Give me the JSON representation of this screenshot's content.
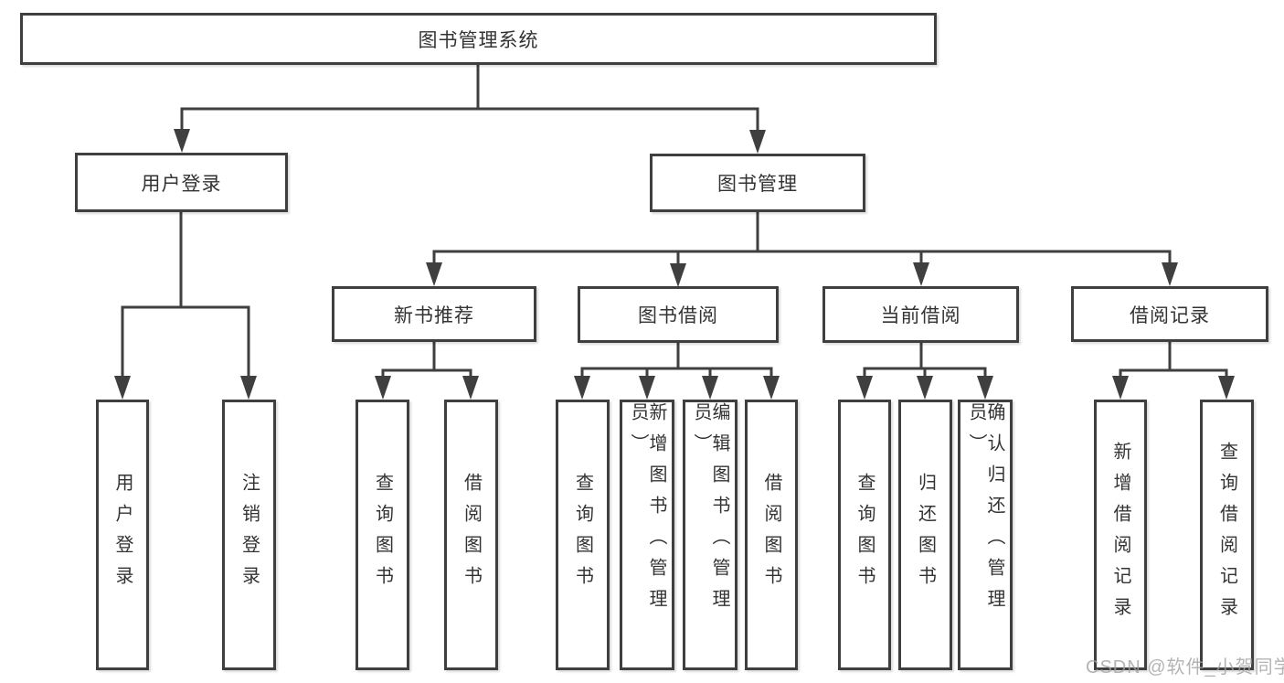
{
  "nodes": {
    "root": {
      "label": "图书管理系统"
    },
    "user_login": {
      "label": "用户登录"
    },
    "book_mgmt": {
      "label": "图书管理"
    },
    "new_books": {
      "label": "新书推荐"
    },
    "book_borrow": {
      "label": "图书借阅"
    },
    "current_borrow": {
      "label": "当前借阅"
    },
    "borrow_records": {
      "label": "借阅记录"
    },
    "ul_login": {
      "label": "用户登录"
    },
    "ul_logout": {
      "label": "注销登录"
    },
    "nb_search": {
      "label": "查询图书"
    },
    "nb_borrow": {
      "label": "借阅图书"
    },
    "bb_search": {
      "label": "查询图书"
    },
    "bb_add": {
      "label": "新增图书（管理员）"
    },
    "bb_edit": {
      "label": "编辑图书（管理员）"
    },
    "bb_borrow": {
      "label": "借阅图书"
    },
    "cb_search": {
      "label": "查询图书"
    },
    "cb_return": {
      "label": "归还图书"
    },
    "cb_confirm": {
      "label": "确认归还（管理员）"
    },
    "br_add": {
      "label": "新增借阅记录"
    },
    "br_search": {
      "label": "查询借阅记录"
    }
  },
  "structure": {
    "图书管理系统": {
      "用户登录": [
        "用户登录",
        "注销登录"
      ],
      "图书管理": {
        "新书推荐": [
          "查询图书",
          "借阅图书"
        ],
        "图书借阅": [
          "查询图书",
          "新增图书（管理员）",
          "编辑图书（管理员）",
          "借阅图书"
        ],
        "当前借阅": [
          "查询图书",
          "归还图书",
          "确认归还（管理员）"
        ],
        "借阅记录": [
          "新增借阅记录",
          "查询借阅记录"
        ]
      }
    }
  },
  "watermark": "CSDN @软件_小贺同学",
  "colors": {
    "line": "#3f3f3f",
    "box_border": "#3f3f3f",
    "box_fill": "#ffffff",
    "text": "#333333",
    "watermark": "#a4a4a4",
    "background": "#ffffff"
  }
}
